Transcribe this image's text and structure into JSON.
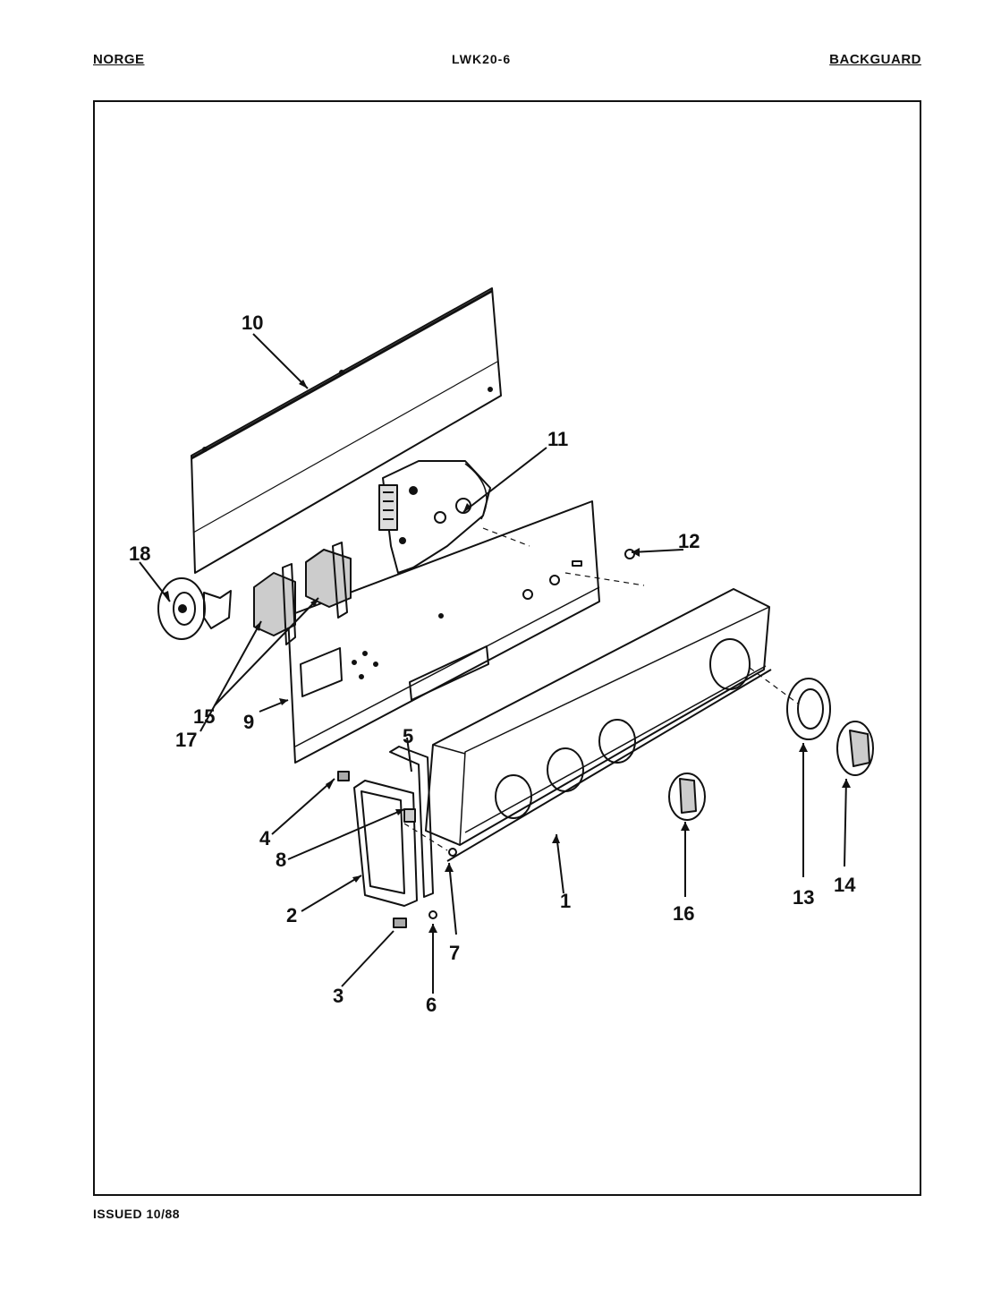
{
  "header": {
    "brand": "NORGE",
    "model": "LWK20-6",
    "section": "BACKGUARD"
  },
  "footer": {
    "issued": "ISSUED 10/88"
  },
  "callouts": [
    {
      "id": "c1",
      "label": "1"
    },
    {
      "id": "c2",
      "label": "2"
    },
    {
      "id": "c3",
      "label": "3"
    },
    {
      "id": "c4",
      "label": "4"
    },
    {
      "id": "c5",
      "label": "5"
    },
    {
      "id": "c6",
      "label": "6"
    },
    {
      "id": "c7",
      "label": "7"
    },
    {
      "id": "c8",
      "label": "8"
    },
    {
      "id": "c9",
      "label": "9"
    },
    {
      "id": "c10",
      "label": "10"
    },
    {
      "id": "c11",
      "label": "11"
    },
    {
      "id": "c12",
      "label": "12"
    },
    {
      "id": "c13",
      "label": "13"
    },
    {
      "id": "c14",
      "label": "14"
    },
    {
      "id": "c15",
      "label": "15"
    },
    {
      "id": "c16",
      "label": "16"
    },
    {
      "id": "c17",
      "label": "17"
    },
    {
      "id": "c18",
      "label": "18"
    }
  ]
}
